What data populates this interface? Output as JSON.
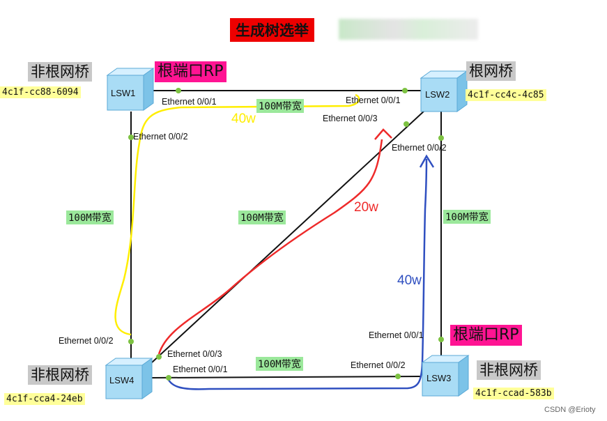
{
  "title": "生成树选举",
  "switches": [
    {
      "name": "LSW1",
      "role": "非根网桥",
      "mac": "4c1f-cc88-6094"
    },
    {
      "name": "LSW2",
      "role": "根网桥",
      "mac": "4c1f-cc4c-4c85"
    },
    {
      "name": "LSW3",
      "role": "非根网桥",
      "mac": "4c1f-ccad-583b"
    },
    {
      "name": "LSW4",
      "role": "非根网桥",
      "mac": "4c1f-cca4-24eb"
    }
  ],
  "root_port_label": "根端口RP",
  "bandwidth_label": "100M带宽",
  "ports": {
    "lsw1_e001": "Ethernet 0/0/1",
    "lsw1_e002": "Ethernet 0/0/2",
    "lsw2_e001": "Ethernet 0/0/1",
    "lsw2_e003": "Ethernet 0/0/3",
    "lsw2_e002": "Ethernet 0/0/2",
    "lsw3_e001": "Ethernet 0/0/1",
    "lsw3_e002": "Ethernet 0/0/2",
    "lsw4_e002": "Ethernet 0/0/2",
    "lsw4_e003": "Ethernet 0/0/3",
    "lsw4_e001": "Ethernet 0/0/1"
  },
  "weights": {
    "yellow": "40w",
    "red": "20w",
    "blue": "40w"
  },
  "colors": {
    "yellow": "#ffee00",
    "red": "#ee2a2a",
    "blue": "#2f4fc0",
    "port_dot": "#7dc242"
  },
  "watermark": "CSDN @Erioty"
}
